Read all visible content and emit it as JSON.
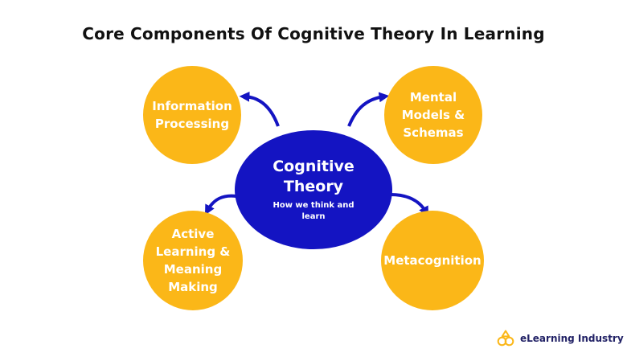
{
  "title": "Core Components Of Cognitive Theory In Learning",
  "center": {
    "title": "Cognitive\nTheory",
    "subtitle": "How we think and\nlearn"
  },
  "nodes": {
    "info": "Information\nProcessing",
    "mental": "Mental\nModels &\nSchemas",
    "active": "Active\nLearning &\nMeaning\nMaking",
    "meta": "Metacognition"
  },
  "brand": {
    "name": "eLearning Industry"
  },
  "colors": {
    "accent": "#fbb718",
    "center": "#1414c2",
    "arrow": "#1414c2"
  },
  "icons": {
    "logo": "elearning-industry-logo-icon"
  }
}
